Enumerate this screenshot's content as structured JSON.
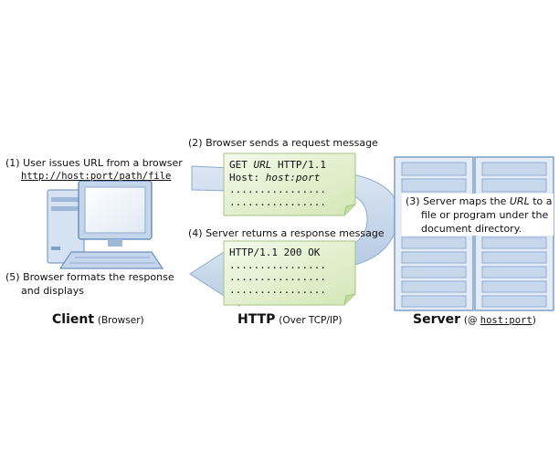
{
  "client": {
    "step1_line1": "(1) User issues URL from a browser",
    "step1_url": "http://host:port/path/file",
    "step5_line1": "(5) Browser formats the response",
    "step5_line2": "and displays",
    "caption_main": "Client",
    "caption_sub": "(Browser)"
  },
  "http": {
    "step2": "(2) Browser sends a request message",
    "request_lines": [
      {
        "plain": "GET ",
        "italic": "URL",
        "rest": " HTTP/1.1"
      },
      {
        "plain": "Host: ",
        "italic": "host:port",
        "rest": ""
      },
      {
        "plain": "................",
        "italic": "",
        "rest": ""
      },
      {
        "plain": "................",
        "italic": "",
        "rest": ""
      }
    ],
    "step4": "(4) Server returns a response message",
    "response_lines": [
      "HTTP/1.1 200 OK",
      "................",
      "................",
      "................"
    ],
    "caption_main": "HTTP",
    "caption_sub": "(Over TCP/IP)"
  },
  "server": {
    "step3_lines": [
      {
        "plain": "(3) Server maps the ",
        "italic": "URL",
        "rest": " to a"
      },
      {
        "plain": "file or program under the",
        "italic": "",
        "rest": ""
      },
      {
        "plain": "document directory.",
        "italic": "",
        "rest": ""
      }
    ],
    "caption_main": "Server",
    "caption_prefix": "(@ ",
    "caption_host": "host:port",
    "caption_suffix": ")"
  },
  "colors": {
    "arrow_fill": "#c9d9ec",
    "arrow_stroke": "#7f9fc6",
    "note_fill": "#dfeec6",
    "note_stroke": "#9fbf7a",
    "computer": "#a9c3e2"
  }
}
